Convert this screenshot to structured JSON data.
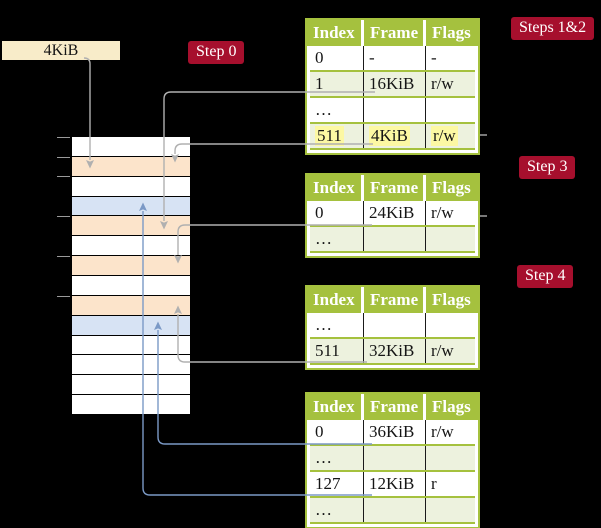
{
  "frame_box": {
    "label": "4KiB"
  },
  "step_labels": {
    "steps_1_2": "Steps 1&2",
    "step_0": "Step 0",
    "step_3": "Step 3",
    "step_4": "Step 4"
  },
  "table_headers": {
    "index": "Index",
    "frame": "Frame",
    "flags": "Flags"
  },
  "tables": {
    "t1": {
      "rows": [
        {
          "i": "0",
          "f": "-",
          "g": "-"
        },
        {
          "i": "1",
          "f": "16KiB",
          "g": "r/w"
        },
        {
          "i": "…",
          "f": "",
          "g": ""
        },
        {
          "i": "511",
          "f": "4KiB",
          "g": "r/w"
        }
      ]
    },
    "t2": {
      "rows": [
        {
          "i": "0",
          "f": "24KiB",
          "g": "r/w"
        },
        {
          "i": "…",
          "f": "",
          "g": ""
        }
      ]
    },
    "t3": {
      "rows": [
        {
          "i": "…",
          "f": "",
          "g": ""
        },
        {
          "i": "511",
          "f": "32KiB",
          "g": "r/w"
        }
      ]
    },
    "t4": {
      "rows": [
        {
          "i": "0",
          "f": "36KiB",
          "g": "r/w"
        },
        {
          "i": "…",
          "f": "",
          "g": ""
        },
        {
          "i": "127",
          "f": "12KiB",
          "g": "r"
        },
        {
          "i": "…",
          "f": "",
          "g": ""
        }
      ]
    }
  },
  "memory": {
    "row_colors": [
      "white",
      "peach",
      "white",
      "blue",
      "peach",
      "white",
      "peach",
      "white",
      "peach",
      "blue",
      "white",
      "white",
      "white",
      "white"
    ],
    "tick_offsets": [
      0,
      20,
      39,
      79,
      119,
      159
    ]
  },
  "arrows": [
    {
      "from": "4KiB frame box",
      "to": "memory row 2",
      "color": "gray"
    },
    {
      "from": "table-1 entry 1 (16KiB)",
      "to": "memory row 5",
      "color": "gray"
    },
    {
      "from": "table-1 entry 511 (4KiB)",
      "to": "memory row 2",
      "color": "gray"
    },
    {
      "from": "table-2 entry 0 (24KiB)",
      "to": "memory row 7",
      "color": "gray"
    },
    {
      "from": "table-3 entry 511 (32KiB)",
      "to": "memory row 9",
      "color": "gray"
    },
    {
      "from": "table-4 entry 0 (36KiB)",
      "to": "memory row 10",
      "color": "blue"
    },
    {
      "from": "table-4 entry 127 (12KiB)",
      "to": "memory row 4",
      "color": "blue"
    }
  ],
  "colors": {
    "background": "#000000",
    "table_header_green": "#A5C13E",
    "table_row_green": "#EDF2DE",
    "memory_peach": "#FCE4CB",
    "memory_blue": "#D7E3F4",
    "frame_box_wheat": "#F8ECC9",
    "step_label_red": "#A60F2D",
    "highlight_yellow": "#FCF8A3",
    "gray_arrow": "#B0B0B0",
    "blue_arrow": "#7B99C6"
  }
}
